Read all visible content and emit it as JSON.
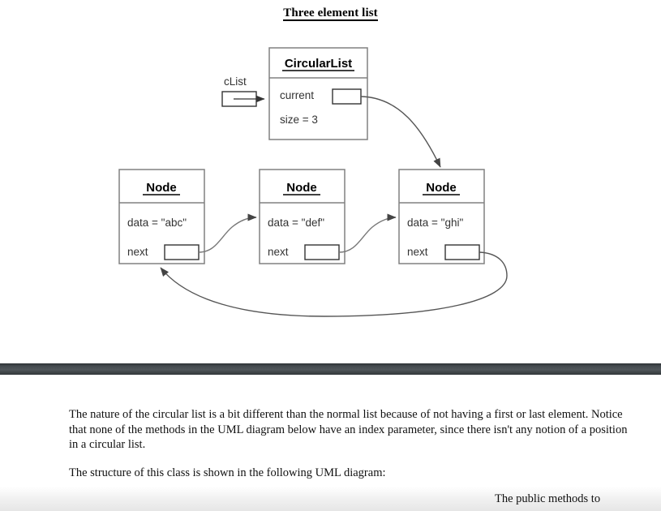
{
  "slide_title": "Three element list",
  "diagram": {
    "type": "uml-object-diagram",
    "variable": {
      "label": "cList",
      "points_to": "CircularList"
    },
    "circular_list": {
      "class_name": "CircularList",
      "fields": [
        {
          "name": "current",
          "value": "",
          "is_pointer": true,
          "points_to": "node3"
        },
        {
          "name": "size = 3",
          "value": "3",
          "is_pointer": false
        }
      ]
    },
    "nodes": [
      {
        "id": "node1",
        "class_name": "Node",
        "data_label": "data = \"abc\"",
        "data_value": "abc",
        "next_label": "next",
        "next_points_to": "node2"
      },
      {
        "id": "node2",
        "class_name": "Node",
        "data_label": "data = \"def\"",
        "data_value": "def",
        "next_label": "next",
        "next_points_to": "node3"
      },
      {
        "id": "node3",
        "class_name": "Node",
        "data_label": "data = \"ghi\"",
        "data_value": "ghi",
        "next_label": "next",
        "next_points_to": "node1"
      }
    ],
    "colors": {
      "box_border": "#808080",
      "box_border_dark": "#333333",
      "pointer_box_border": "#333333",
      "arrow": "#555555",
      "text": "#333333",
      "heading_text": "#000000"
    }
  },
  "body": {
    "paragraph_1": "The nature of the circular list is a bit different than the normal list because of not having a first or last element. Notice that none of the methods in the UML diagram below have an index parameter, since there isn't any notion of a position in a circular list.",
    "paragraph_2": "The structure of this class is shown in the following UML diagram:"
  },
  "next_slide_peek": {
    "text": "The public methods to"
  },
  "divider": {
    "color": "#474d51"
  }
}
